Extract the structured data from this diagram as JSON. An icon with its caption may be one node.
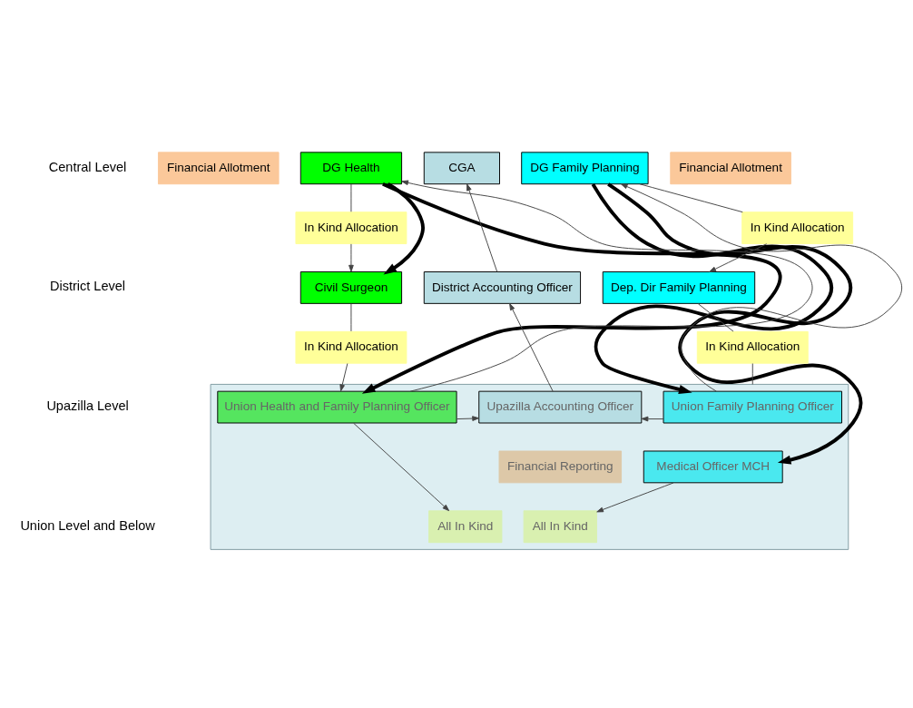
{
  "diagram": {
    "nodes": [
      {
        "text": [
          "Financial Allotment"
        ]
      },
      {
        "text": [
          "DG Health"
        ]
      },
      {
        "text": [
          "CGA"
        ]
      },
      {
        "text": [
          "DG Family Planning"
        ]
      },
      {
        "text": [
          "Financial Allotment"
        ]
      },
      {
        "text": [
          "In Kind Allocation"
        ]
      },
      {
        "text": [
          "In Kind Allocation"
        ]
      },
      {
        "text": [
          "Civil Surgeon"
        ]
      },
      {
        "text": [
          "District Accounting Officer"
        ]
      },
      {
        "text": [
          "Dep. Dir Family Planning"
        ]
      },
      {
        "text": [
          "In Kind Allocation"
        ]
      },
      {
        "text": [
          "In Kind Allocation"
        ]
      },
      {
        "text": [],
        "shape": "box"
      },
      {
        "text": [
          "Union Health and Family Planning Officer"
        ],
        "in": 12
      },
      {
        "text": [
          "Upazilla Accounting Officer"
        ],
        "in": 12
      },
      {
        "text": [
          "Union Family Planning Officer"
        ],
        "in": 12
      },
      {
        "text": [
          "Financial Reporting"
        ],
        "in": 12
      },
      {
        "text": [
          "Medical Officer MCH"
        ],
        "in": 12
      },
      {
        "text": [
          "All In Kind"
        ],
        "in": 12
      },
      {
        "text": [
          "All In Kind"
        ],
        "in": 12
      }
    ],
    "edges": [
      {
        "from": 1,
        "to": 5,
        "arrow": "none"
      },
      {
        "from": 5,
        "to": 7,
        "arrow": "to"
      },
      {
        "from": 7,
        "to": 10,
        "arrow": "none"
      },
      {
        "from": 10,
        "to": 13,
        "arrow": "to"
      },
      {
        "from": 3,
        "to": 6,
        "arrow": "none"
      },
      {
        "from": 6,
        "to": 9,
        "arrow": "to"
      },
      {
        "from": 9,
        "to": 11,
        "arrow": "none"
      },
      {
        "from": 11,
        "to": 12,
        "arrow": "none"
      },
      {
        "from": 13,
        "to": 18,
        "arrow": "to"
      },
      {
        "from": 17,
        "to": 19,
        "arrow": "to"
      },
      {
        "from": 13,
        "to": 14,
        "arrow": "to"
      },
      {
        "from": 13,
        "to": 1,
        "arrow": "to"
      },
      {
        "from": 15,
        "to": 14,
        "arrow": "to"
      },
      {
        "from": 15,
        "to": 3,
        "arrow": "to"
      },
      {
        "from": 14,
        "to": 8,
        "arrow": "to"
      },
      {
        "from": 8,
        "to": 2,
        "arrow": "to"
      },
      {
        "from": 1,
        "to": 7,
        "arrow": "to",
        "style": "thick"
      },
      {
        "from": 1,
        "to": 13,
        "arrow": "to",
        "style": "thick"
      },
      {
        "from": 3,
        "to": 15,
        "arrow": "to",
        "style": "thick"
      },
      {
        "from": 3,
        "to": 17,
        "arrow": "to",
        "style": "thick"
      }
    ],
    "labels": [
      "Central Level",
      "District Level",
      "Upazilla Level",
      "Union Level and Below"
    ]
  }
}
